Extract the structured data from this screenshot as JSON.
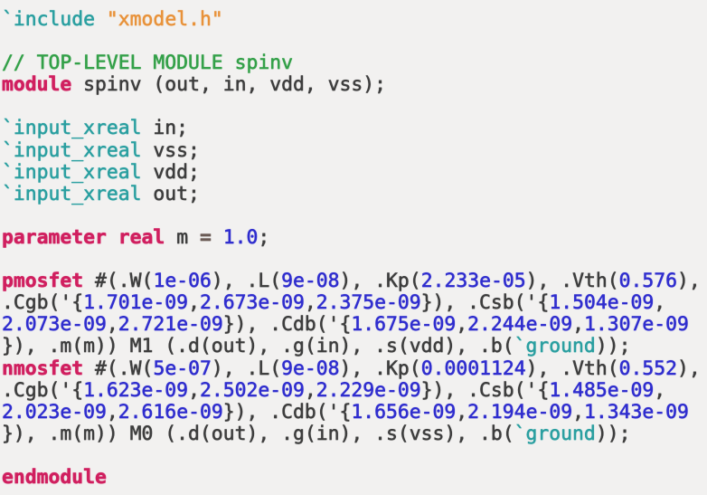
{
  "page": {
    "background": "#f2f1f0",
    "language": "verilog"
  },
  "palette": {
    "text": "#3d3d3d",
    "keyword": "#d01f5f",
    "preproc": "#2a9fa0",
    "string": "#e8923a",
    "comment": "#33a048",
    "number": "#2f2dce",
    "operator": "#6a5a55"
  },
  "code": {
    "lines": [
      [
        [
          "p",
          "`include"
        ],
        [
          "t",
          " "
        ],
        [
          "s",
          "\"xmodel.h\""
        ]
      ],
      [],
      [
        [
          "c",
          "// TOP-LEVEL MODULE spinv"
        ]
      ],
      [
        [
          "k",
          "module"
        ],
        [
          "t",
          " spinv (out, in, vdd, vss);"
        ]
      ],
      [],
      [
        [
          "p",
          "`input_xreal"
        ],
        [
          "t",
          " in;"
        ]
      ],
      [
        [
          "p",
          "`input_xreal"
        ],
        [
          "t",
          " vss;"
        ]
      ],
      [
        [
          "p",
          "`input_xreal"
        ],
        [
          "t",
          " vdd;"
        ]
      ],
      [
        [
          "p",
          "`input_xreal"
        ],
        [
          "t",
          " out;"
        ]
      ],
      [],
      [
        [
          "k",
          "parameter"
        ],
        [
          "t",
          " "
        ],
        [
          "k",
          "real"
        ],
        [
          "t",
          " m "
        ],
        [
          "o",
          "="
        ],
        [
          "t",
          " "
        ],
        [
          "n",
          "1.0"
        ],
        [
          "t",
          ";"
        ]
      ],
      [],
      [
        [
          "k",
          "pmosfet"
        ],
        [
          "t",
          " #(.W("
        ],
        [
          "n",
          "1e-06"
        ],
        [
          "t",
          "), .L("
        ],
        [
          "n",
          "9e-08"
        ],
        [
          "t",
          "), .Kp("
        ],
        [
          "n",
          "2.233e-05"
        ],
        [
          "t",
          "), .Vth("
        ],
        [
          "n",
          "0.576"
        ],
        [
          "t",
          "),"
        ]
      ],
      [
        [
          "t",
          ".Cgb('{"
        ],
        [
          "n",
          "1.701e-09"
        ],
        [
          "t",
          ","
        ],
        [
          "n",
          "2.673e-09"
        ],
        [
          "t",
          ","
        ],
        [
          "n",
          "2.375e-09"
        ],
        [
          "t",
          "}), .Csb('{"
        ],
        [
          "n",
          "1.504e-09"
        ],
        [
          "t",
          ","
        ]
      ],
      [
        [
          "n",
          "2.073e-09"
        ],
        [
          "t",
          ","
        ],
        [
          "n",
          "2.721e-09"
        ],
        [
          "t",
          "}), .Cdb('{"
        ],
        [
          "n",
          "1.675e-09"
        ],
        [
          "t",
          ","
        ],
        [
          "n",
          "2.244e-09"
        ],
        [
          "t",
          ","
        ],
        [
          "n",
          "1.307e-09"
        ]
      ],
      [
        [
          "t",
          "}), .m(m)) M1 (.d(out), .g(in), .s(vdd), .b("
        ],
        [
          "p",
          "`ground"
        ],
        [
          "t",
          "));"
        ]
      ],
      [
        [
          "k",
          "nmosfet"
        ],
        [
          "t",
          " #(.W("
        ],
        [
          "n",
          "5e-07"
        ],
        [
          "t",
          "), .L("
        ],
        [
          "n",
          "9e-08"
        ],
        [
          "t",
          "), .Kp("
        ],
        [
          "n",
          "0.0001124"
        ],
        [
          "t",
          "), .Vth("
        ],
        [
          "n",
          "0.552"
        ],
        [
          "t",
          "),"
        ]
      ],
      [
        [
          "t",
          ".Cgb('{"
        ],
        [
          "n",
          "1.623e-09"
        ],
        [
          "t",
          ","
        ],
        [
          "n",
          "2.502e-09"
        ],
        [
          "t",
          ","
        ],
        [
          "n",
          "2.229e-09"
        ],
        [
          "t",
          "}), .Csb('{"
        ],
        [
          "n",
          "1.485e-09"
        ],
        [
          "t",
          ","
        ]
      ],
      [
        [
          "n",
          "2.023e-09"
        ],
        [
          "t",
          ","
        ],
        [
          "n",
          "2.616e-09"
        ],
        [
          "t",
          "}), .Cdb('{"
        ],
        [
          "n",
          "1.656e-09"
        ],
        [
          "t",
          ","
        ],
        [
          "n",
          "2.194e-09"
        ],
        [
          "t",
          ","
        ],
        [
          "n",
          "1.343e-09"
        ]
      ],
      [
        [
          "t",
          "}), .m(m)) M0 (.d(out), .g(in), .s(vss), .b("
        ],
        [
          "p",
          "`ground"
        ],
        [
          "t",
          "));"
        ]
      ],
      [],
      [
        [
          "k",
          "endmodule"
        ]
      ]
    ]
  }
}
